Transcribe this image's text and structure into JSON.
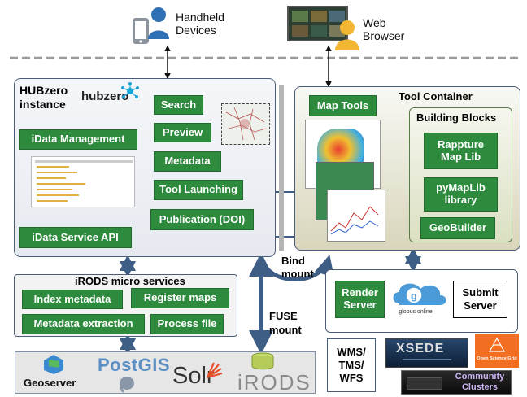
{
  "top": {
    "handheld": [
      "Handheld",
      "Devices"
    ],
    "browser": [
      "Web",
      "Browser"
    ]
  },
  "hub": {
    "title": [
      "HUBzero",
      "instance"
    ],
    "logo_text": "hubzero",
    "idata_management": "iData Management",
    "search": "Search",
    "preview": "Preview",
    "metadata": "Metadata",
    "tool_launching": "Tool Launching",
    "publication": "Publication (DOI)",
    "idata_api": "iData Service API"
  },
  "tool_container": {
    "title": "Tool Container",
    "map_tools": "Map Tools",
    "building_blocks": "Building Blocks",
    "rappture": [
      "Rappture",
      "Map Lib"
    ],
    "pymaplib": [
      "pyMapLib",
      "library"
    ],
    "geobuilder": "GeoBuilder"
  },
  "irods": {
    "title": "iRODS micro services",
    "index_metadata": "Index metadata",
    "register_maps": "Register maps",
    "metadata_extraction": "Metadata extraction",
    "process_file": "Process file"
  },
  "mounts": {
    "bind": [
      "Bind",
      "mount"
    ],
    "fuse": [
      "FUSE",
      "mount"
    ]
  },
  "servers": {
    "render": [
      "Render",
      "Server"
    ],
    "globus": "globus online",
    "submit": [
      "Submit",
      "Server"
    ]
  },
  "wms": [
    "WMS/",
    "TMS/",
    "WFS"
  ],
  "logos": {
    "geoserver": "Geoserver",
    "postgis": "PostGIS",
    "solr": "Solr",
    "irods": "iRODS",
    "xsede": "XSEDE",
    "osg": "Open Science Grid",
    "community": [
      "Community",
      "Clusters"
    ]
  },
  "colors": {
    "green_box": "#2e8b3e",
    "arrow": "#3f5e86",
    "panel_border": "#4a5d78"
  }
}
